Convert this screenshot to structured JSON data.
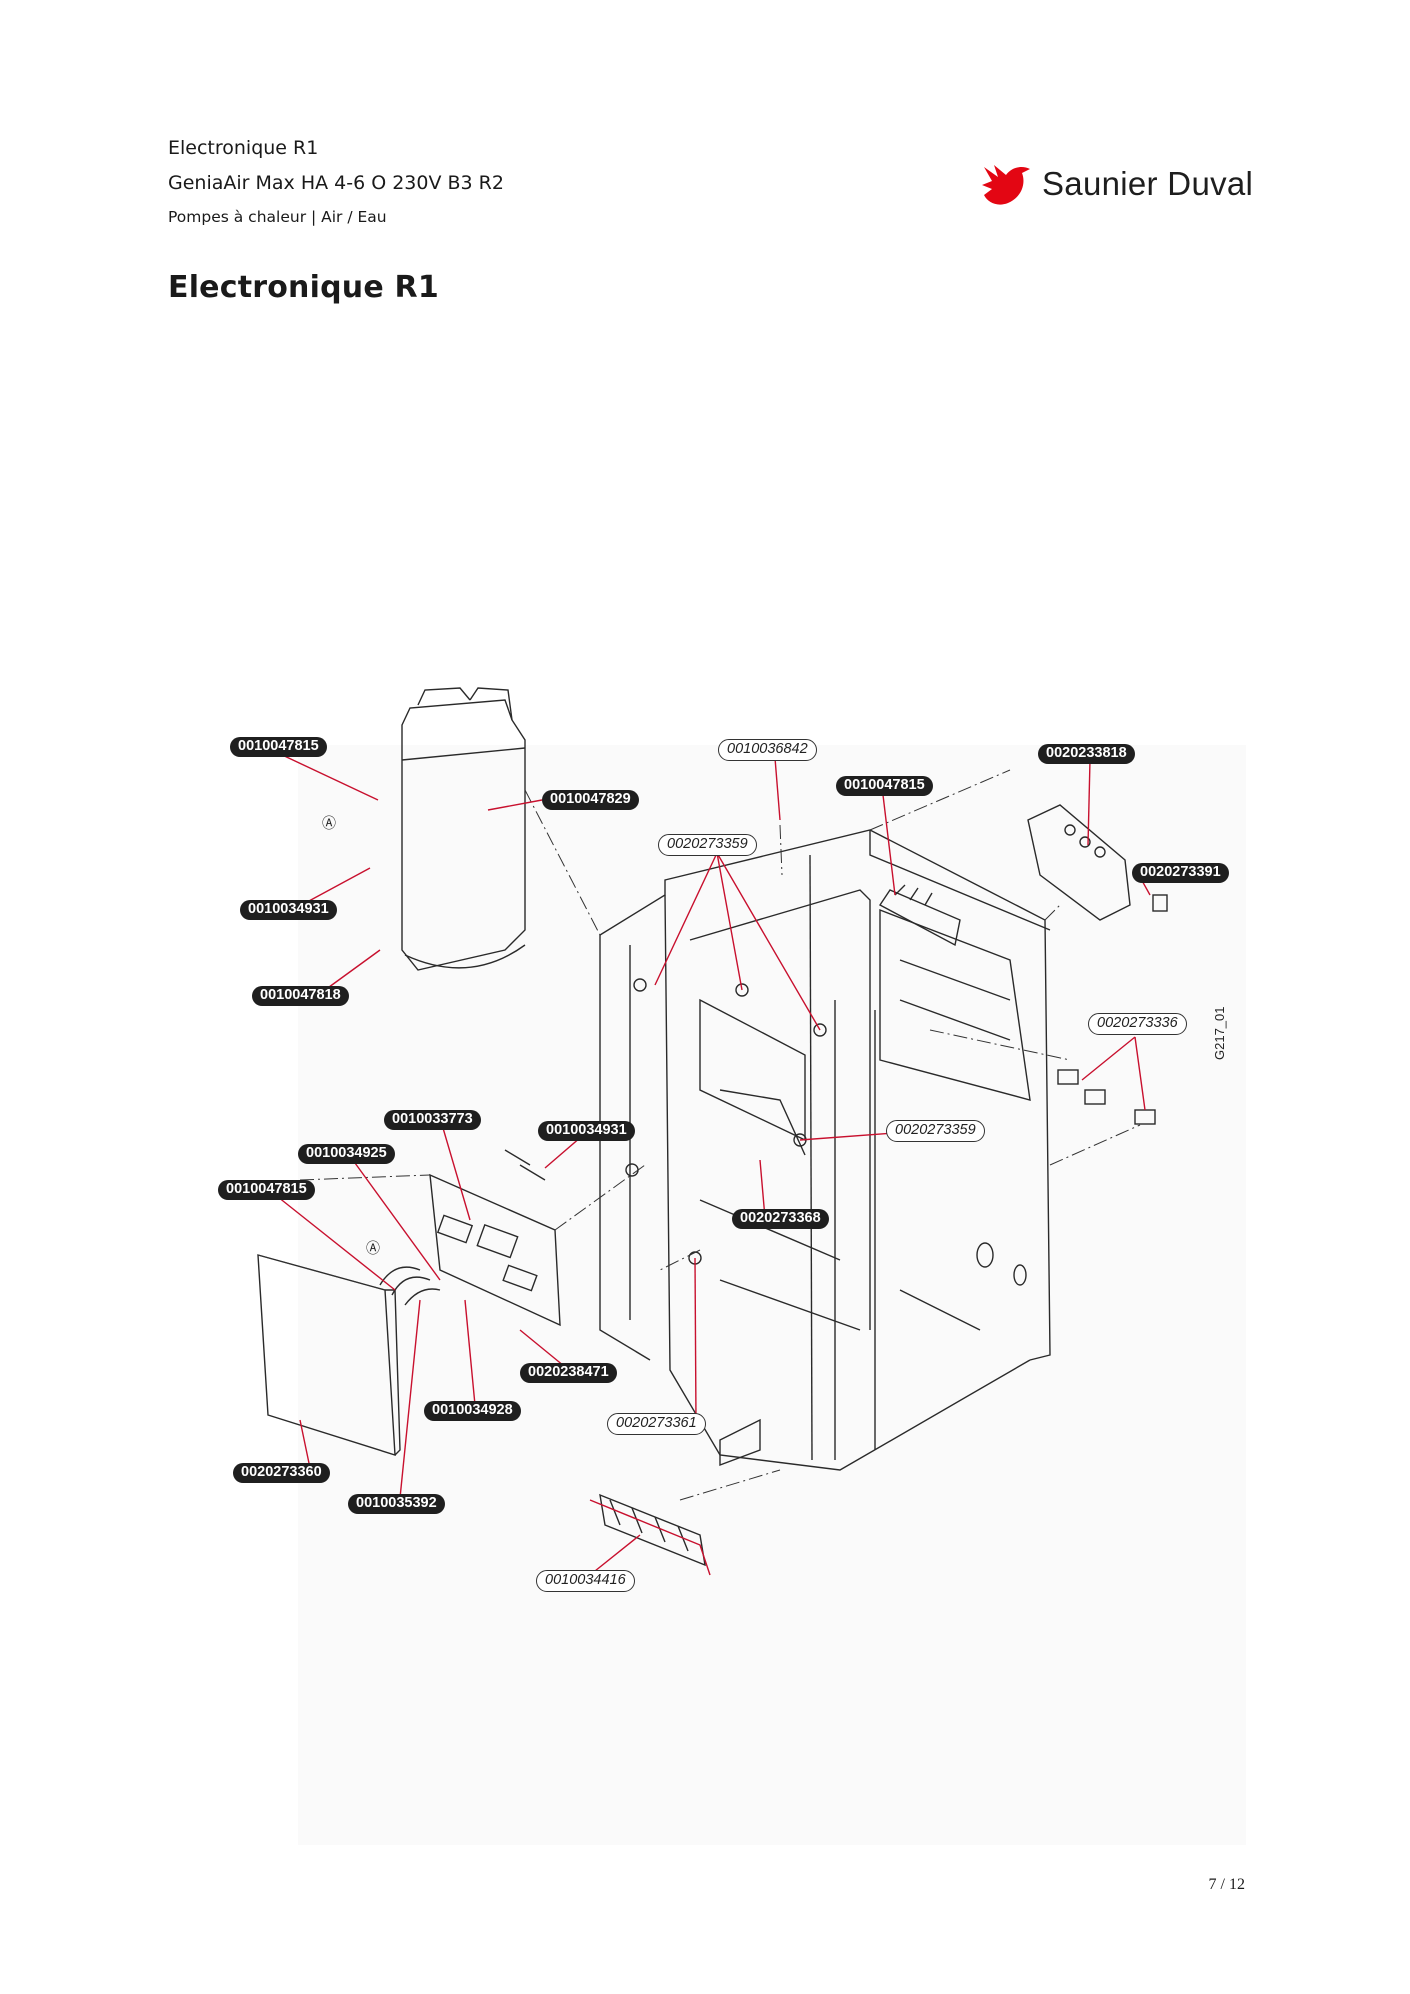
{
  "header": {
    "line1": "Electronique R1",
    "line2": "GeniaAir Max HA 4-6 O 230V B3 R2",
    "line3": "Pompes à chaleur | Air / Eau"
  },
  "page_title": "Electronique R1",
  "brand": {
    "name": "Saunier Duval",
    "color": "#e30613",
    "logo_icon": "bird-logo-icon"
  },
  "diagram": {
    "code": "G217_01",
    "labels": [
      {
        "id": "l01",
        "text": "0010047815",
        "style": "filled"
      },
      {
        "id": "l02",
        "text": "0010047829",
        "style": "filled"
      },
      {
        "id": "l03",
        "text": "0010034931",
        "style": "filled"
      },
      {
        "id": "l04",
        "text": "0010047818",
        "style": "filled"
      },
      {
        "id": "l05",
        "text": "0010036842",
        "style": "outline"
      },
      {
        "id": "l06",
        "text": "0010047815",
        "style": "filled"
      },
      {
        "id": "l07",
        "text": "0020233818",
        "style": "filled"
      },
      {
        "id": "l08",
        "text": "0020273359",
        "style": "outline"
      },
      {
        "id": "l09",
        "text": "0020273391",
        "style": "filled"
      },
      {
        "id": "l10",
        "text": "0020273336",
        "style": "outline"
      },
      {
        "id": "l11",
        "text": "0010033773",
        "style": "filled"
      },
      {
        "id": "l12",
        "text": "0010034931",
        "style": "filled"
      },
      {
        "id": "l13",
        "text": "0010034925",
        "style": "filled"
      },
      {
        "id": "l14",
        "text": "0020273359",
        "style": "outline"
      },
      {
        "id": "l15",
        "text": "0010047815",
        "style": "filled"
      },
      {
        "id": "l16",
        "text": "0020273368",
        "style": "filled"
      },
      {
        "id": "l17",
        "text": "0020238471",
        "style": "filled"
      },
      {
        "id": "l18",
        "text": "0010034928",
        "style": "filled"
      },
      {
        "id": "l19",
        "text": "0020273361",
        "style": "outline"
      },
      {
        "id": "l20",
        "text": "0020273360",
        "style": "filled"
      },
      {
        "id": "l21",
        "text": "0010035392",
        "style": "filled"
      },
      {
        "id": "l22",
        "text": "0010034416",
        "style": "outline"
      }
    ],
    "markers": [
      "Ⓐ",
      "Ⓐ"
    ]
  },
  "page_number": "7 / 12"
}
